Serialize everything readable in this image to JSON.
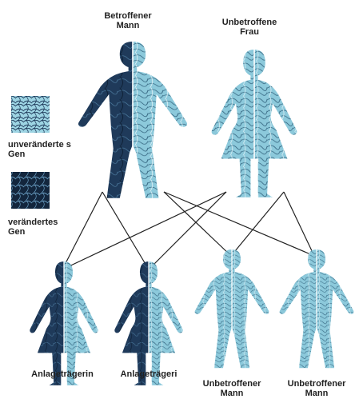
{
  "parents": {
    "father": {
      "line1": "Betroffener",
      "line2": "Mann"
    },
    "mother": {
      "line1": "Unbetroffene",
      "line2": "Frau"
    }
  },
  "legend": {
    "unchanged": {
      "line1": "unveränderte s",
      "line2": "Gen",
      "pattern": "light-blue-tangle"
    },
    "changed": {
      "line1": "verändertes",
      "line2": "Gen",
      "pattern": "dark-blue-tangle"
    }
  },
  "children": [
    {
      "line1": "Anlageträgerin",
      "line2": ""
    },
    {
      "line1": "Anlageträgeri",
      "line2": ""
    },
    {
      "line1": "Unbetroffener",
      "line2": "Mann"
    },
    {
      "line1": "Unbetroffener",
      "line2": "Mann"
    }
  ],
  "colors": {
    "dark_gene": "#1f3a5a",
    "light_gene": "#8cc9db",
    "line": "#222222"
  }
}
